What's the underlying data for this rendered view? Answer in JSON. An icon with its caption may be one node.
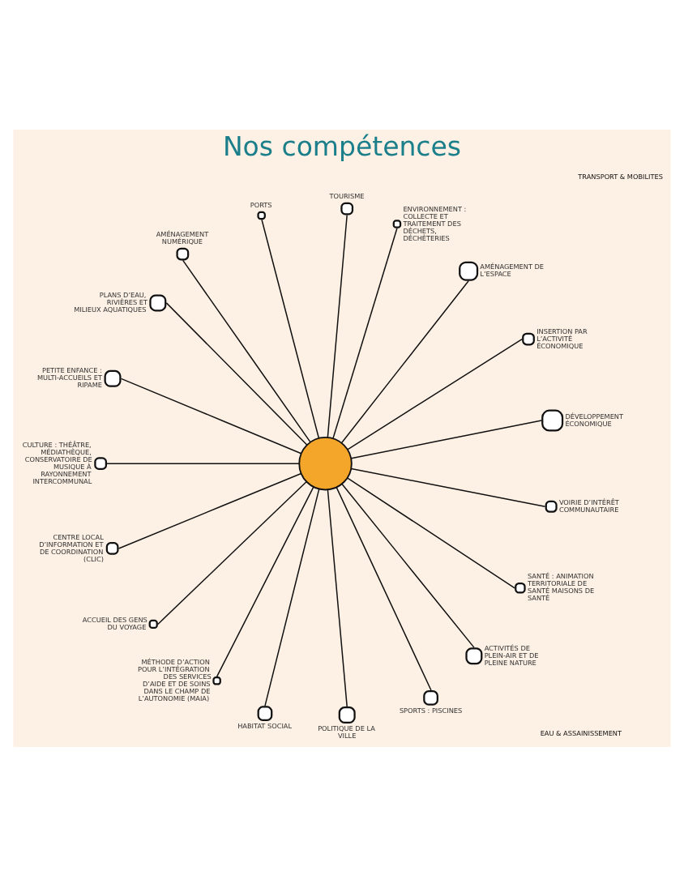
{
  "diagram": {
    "title": "Nos compétences",
    "nodes": [
      {
        "text": [],
        "shape": "circle"
      },
      {
        "text": [],
        "shape": "circle",
        "beside": [
          "DÉVELOPPEMENT ÉCONOMIQUE"
        ]
      },
      {
        "text": [],
        "shape": "circle",
        "beside": [
          "INSERTION PAR L’ACTIVITÉ ÉCONOMIQUE"
        ]
      },
      {
        "text": [],
        "shape": "circle",
        "beside": [
          "AMÉNAGEMENT DE L’ESPACE"
        ]
      },
      {
        "text": [],
        "shape": "circle",
        "beside": [
          "ENVIRONNEMENT : COLLECTE ET TRAITEMENT DES DÉCHETS, DÉCHÈTERIES"
        ]
      },
      {
        "text": [],
        "shape": "circle",
        "beside": [
          "TOURISME"
        ]
      },
      {
        "text": [],
        "shape": "circle",
        "beside": [
          "PORTS"
        ]
      },
      {
        "text": [],
        "shape": "circle",
        "beside": [
          "AMÉNAGEMENT NUMÉRIQUE"
        ]
      },
      {
        "text": [],
        "shape": "circle",
        "beside": [
          "PLANS D’EAU, RIVIÈRES ET MILIEUX AQUATIQUES"
        ]
      },
      {
        "text": [],
        "shape": "circle",
        "beside": [
          "PETITE ENFANCE : MULTI-ACCUEILS ET RIPAME"
        ]
      },
      {
        "text": [],
        "shape": "circle",
        "beside": [
          "CULTURE : THÉÂTRE, MÉDIATHÈQUE, CONSERVATOIRE DE MUSIQUE À RAYONNEMENT INTERCOMMUNAL"
        ]
      },
      {
        "text": [],
        "shape": "circle",
        "beside": [
          "CENTRE LOCAL D’INFORMATION ET DE COORDINATION (CLIC)"
        ]
      },
      {
        "text": [],
        "shape": "circle",
        "beside": [
          "ACCUEIL DES GENS DU VOYAGE"
        ]
      },
      {
        "text": [],
        "shape": "circle",
        "beside": [
          "MÉTHODE D’ACTION POUR L’INTÉGRATION DES SERVICES D’AIDE ET DE SOINS DANS LE CHAMP DE L’AUTONOMIE (MAIA)"
        ]
      },
      {
        "text": [],
        "shape": "circle",
        "beside": [
          "HABITAT SOCIAL"
        ]
      },
      {
        "text": [],
        "shape": "circle",
        "beside": [
          "POLITIQUE DE LA VILLE"
        ]
      },
      {
        "text": [],
        "shape": "circle",
        "beside": [
          "SPORTS : PISCINES"
        ]
      },
      {
        "text": [],
        "shape": "circle",
        "beside": [
          "ACTIVITÉS DE PLEIN-AIR ET DE PLEINE NATURE"
        ]
      },
      {
        "text": [],
        "shape": "circle",
        "beside": [
          "SANTÉ : ANIMATION TERRITORIALE DE SANTÉ MAISONS DE SANTÉ"
        ]
      },
      {
        "text": [],
        "shape": "circle",
        "beside": [
          "VOIRIE D’INTÉRÊT COMMUNAUTAIRE"
        ]
      }
    ],
    "edges": [
      {
        "from": 0,
        "to": 1,
        "arrow": "none"
      },
      {
        "from": 0,
        "to": 2,
        "arrow": "none"
      },
      {
        "from": 0,
        "to": 3,
        "arrow": "none"
      },
      {
        "from": 0,
        "to": 4,
        "arrow": "none"
      },
      {
        "from": 0,
        "to": 5,
        "arrow": "none"
      },
      {
        "from": 0,
        "to": 6,
        "arrow": "none"
      },
      {
        "from": 0,
        "to": 7,
        "arrow": "none"
      },
      {
        "from": 0,
        "to": 8,
        "arrow": "none"
      },
      {
        "from": 0,
        "to": 9,
        "arrow": "none"
      },
      {
        "from": 0,
        "to": 10,
        "arrow": "none"
      },
      {
        "from": 0,
        "to": 11,
        "arrow": "none"
      },
      {
        "from": 0,
        "to": 12,
        "arrow": "none"
      },
      {
        "from": 0,
        "to": 13,
        "arrow": "none"
      },
      {
        "from": 0,
        "to": 14,
        "arrow": "none"
      },
      {
        "from": 0,
        "to": 15,
        "arrow": "none"
      },
      {
        "from": 0,
        "to": 16,
        "arrow": "none"
      },
      {
        "from": 0,
        "to": 17,
        "arrow": "none"
      },
      {
        "from": 0,
        "to": 18,
        "arrow": "none"
      },
      {
        "from": 0,
        "to": 19,
        "arrow": "none"
      }
    ],
    "labels": [
      "TRANSPORT & MOBILITES",
      "EAU & ASSAINISSEMENT"
    ]
  }
}
